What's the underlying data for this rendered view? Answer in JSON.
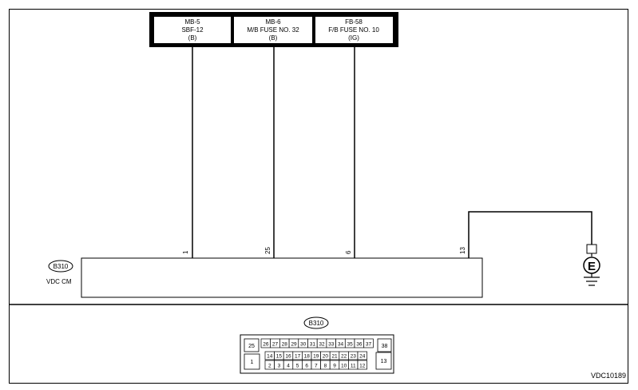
{
  "fuses": [
    {
      "line1": "MB-5",
      "line2": "SBF-12",
      "line3": "(B)"
    },
    {
      "line1": "MB-6",
      "line2": "M/B FUSE NO. 32",
      "line3": "(B)"
    },
    {
      "line1": "FB-58",
      "line2": "F/B FUSE NO. 10",
      "line3": "(IG)"
    }
  ],
  "module": {
    "connector": "B310",
    "name": "VDC CM"
  },
  "pins": [
    "1",
    "25",
    "6",
    "13"
  ],
  "ground": {
    "symbol": "E"
  },
  "connector_view": {
    "label": "B310",
    "pin_25": "25",
    "pin_38": "38",
    "pin_1": "1",
    "pin_13": "13",
    "top_row": [
      "26",
      "27",
      "28",
      "29",
      "30",
      "31",
      "32",
      "33",
      "34",
      "35",
      "36",
      "37"
    ],
    "upper_mid_row": [
      "14",
      "15",
      "16",
      "17",
      "18",
      "19",
      "20",
      "21",
      "22",
      "23",
      "24"
    ],
    "lower_row": [
      "2",
      "3",
      "4",
      "5",
      "6",
      "7",
      "8",
      "9",
      "10",
      "11",
      "12"
    ]
  },
  "code": "VDC10189"
}
